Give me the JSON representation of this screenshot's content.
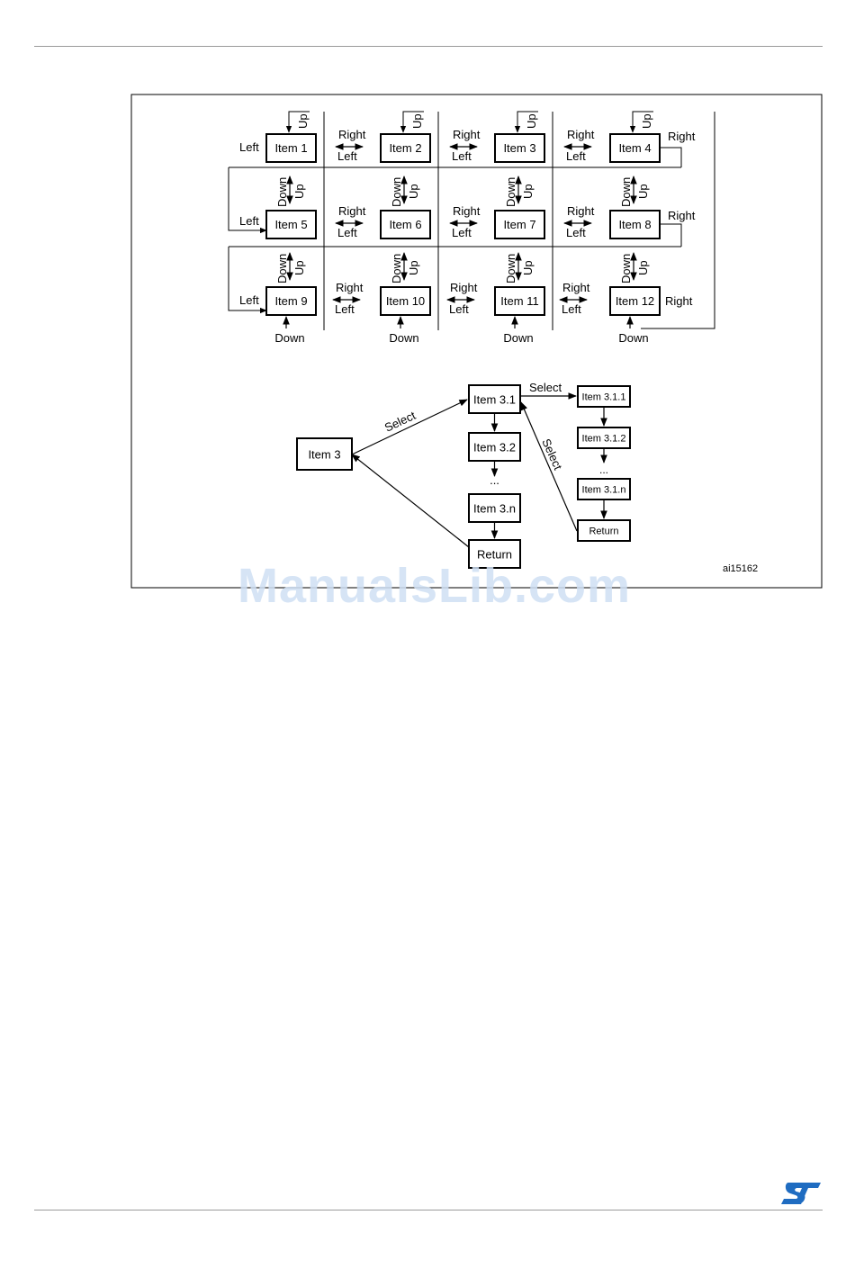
{
  "grid": {
    "items": [
      "Item 1",
      "Item 2",
      "Item 3",
      "Item 4",
      "Item 5",
      "Item 6",
      "Item 7",
      "Item 8",
      "Item 9",
      "Item 10",
      "Item 11",
      "Item 12"
    ],
    "up_label": "Up",
    "down_label": "Down",
    "left_label": "Left",
    "right_label": "Right"
  },
  "submenu": {
    "item3": "Item 3",
    "level1": [
      "Item 3.1",
      "Item 3.2",
      "...",
      "Item 3.n",
      "Return"
    ],
    "level2": [
      "Item 3.1.1",
      "Item 3.1.2",
      "...",
      "Item 3.1.n",
      "Return"
    ],
    "select_label": "Select"
  },
  "figure_id": "ai15162",
  "watermark": "ManualsLib.com"
}
